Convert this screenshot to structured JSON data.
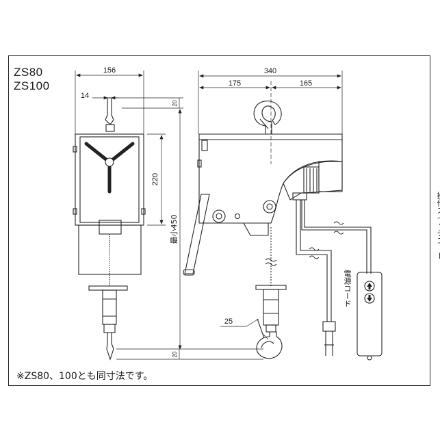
{
  "models": [
    "ZS80",
    "ZS100"
  ],
  "note": "※ZS80、100とも同寸法です。",
  "dimensions": {
    "front_width": "156",
    "hook_offset": "14",
    "body_height": "220",
    "top_gap": "20",
    "bottom_gap": "20",
    "min_height": "最小450",
    "total_length": "340",
    "left_length": "175",
    "right_length": "165",
    "hook_opening": "25"
  },
  "labels": {
    "switch_cord": "操作スイッチコード",
    "power_cord": "電源コード"
  },
  "button_icons": [
    "up-arrow-icon",
    "down-arrow-icon"
  ]
}
